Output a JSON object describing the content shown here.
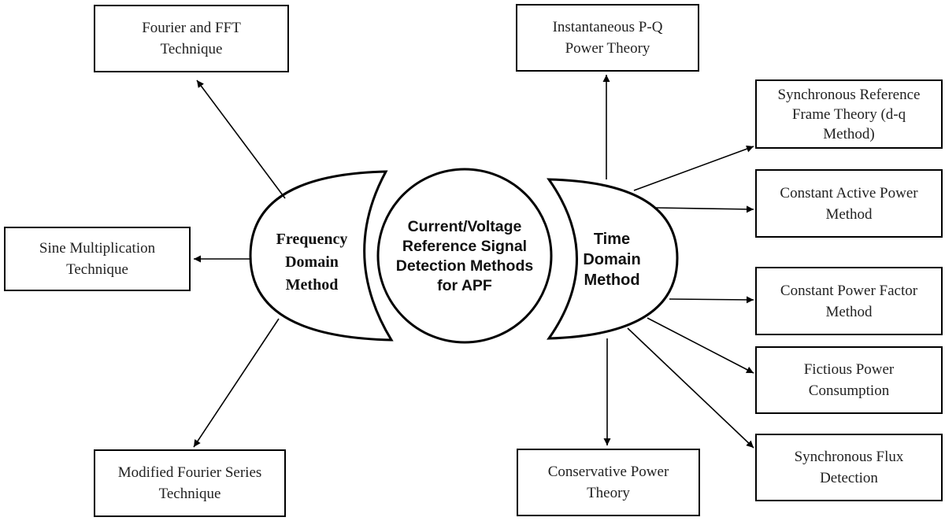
{
  "center": {
    "lines": [
      "Current/Voltage",
      "Reference Signal",
      "Detection Methods",
      "for APF"
    ]
  },
  "frequency_domain": {
    "lines": [
      "Frequency",
      "Domain",
      "Method"
    ]
  },
  "time_domain": {
    "lines": [
      "Time",
      "Domain",
      "Method"
    ]
  },
  "frequency_methods": [
    {
      "lines": [
        "Fourier and FFT",
        "Technique"
      ]
    },
    {
      "lines": [
        "Sine Multiplication",
        "Technique"
      ]
    },
    {
      "lines": [
        "Modified Fourier Series",
        "Technique"
      ]
    }
  ],
  "time_methods": [
    {
      "lines": [
        "Instantaneous P-Q",
        "Power Theory"
      ]
    },
    {
      "lines": [
        "Synchronous Reference",
        "Frame Theory (d-q",
        "Method)"
      ]
    },
    {
      "lines": [
        "Constant Active Power",
        "Method"
      ]
    },
    {
      "lines": [
        "Constant Power Factor",
        "Method"
      ]
    },
    {
      "lines": [
        "Fictious Power",
        "Consumption"
      ]
    },
    {
      "lines": [
        "Synchronous Flux",
        "Detection"
      ]
    },
    {
      "lines": [
        "Conservative Power",
        "Theory"
      ]
    }
  ]
}
